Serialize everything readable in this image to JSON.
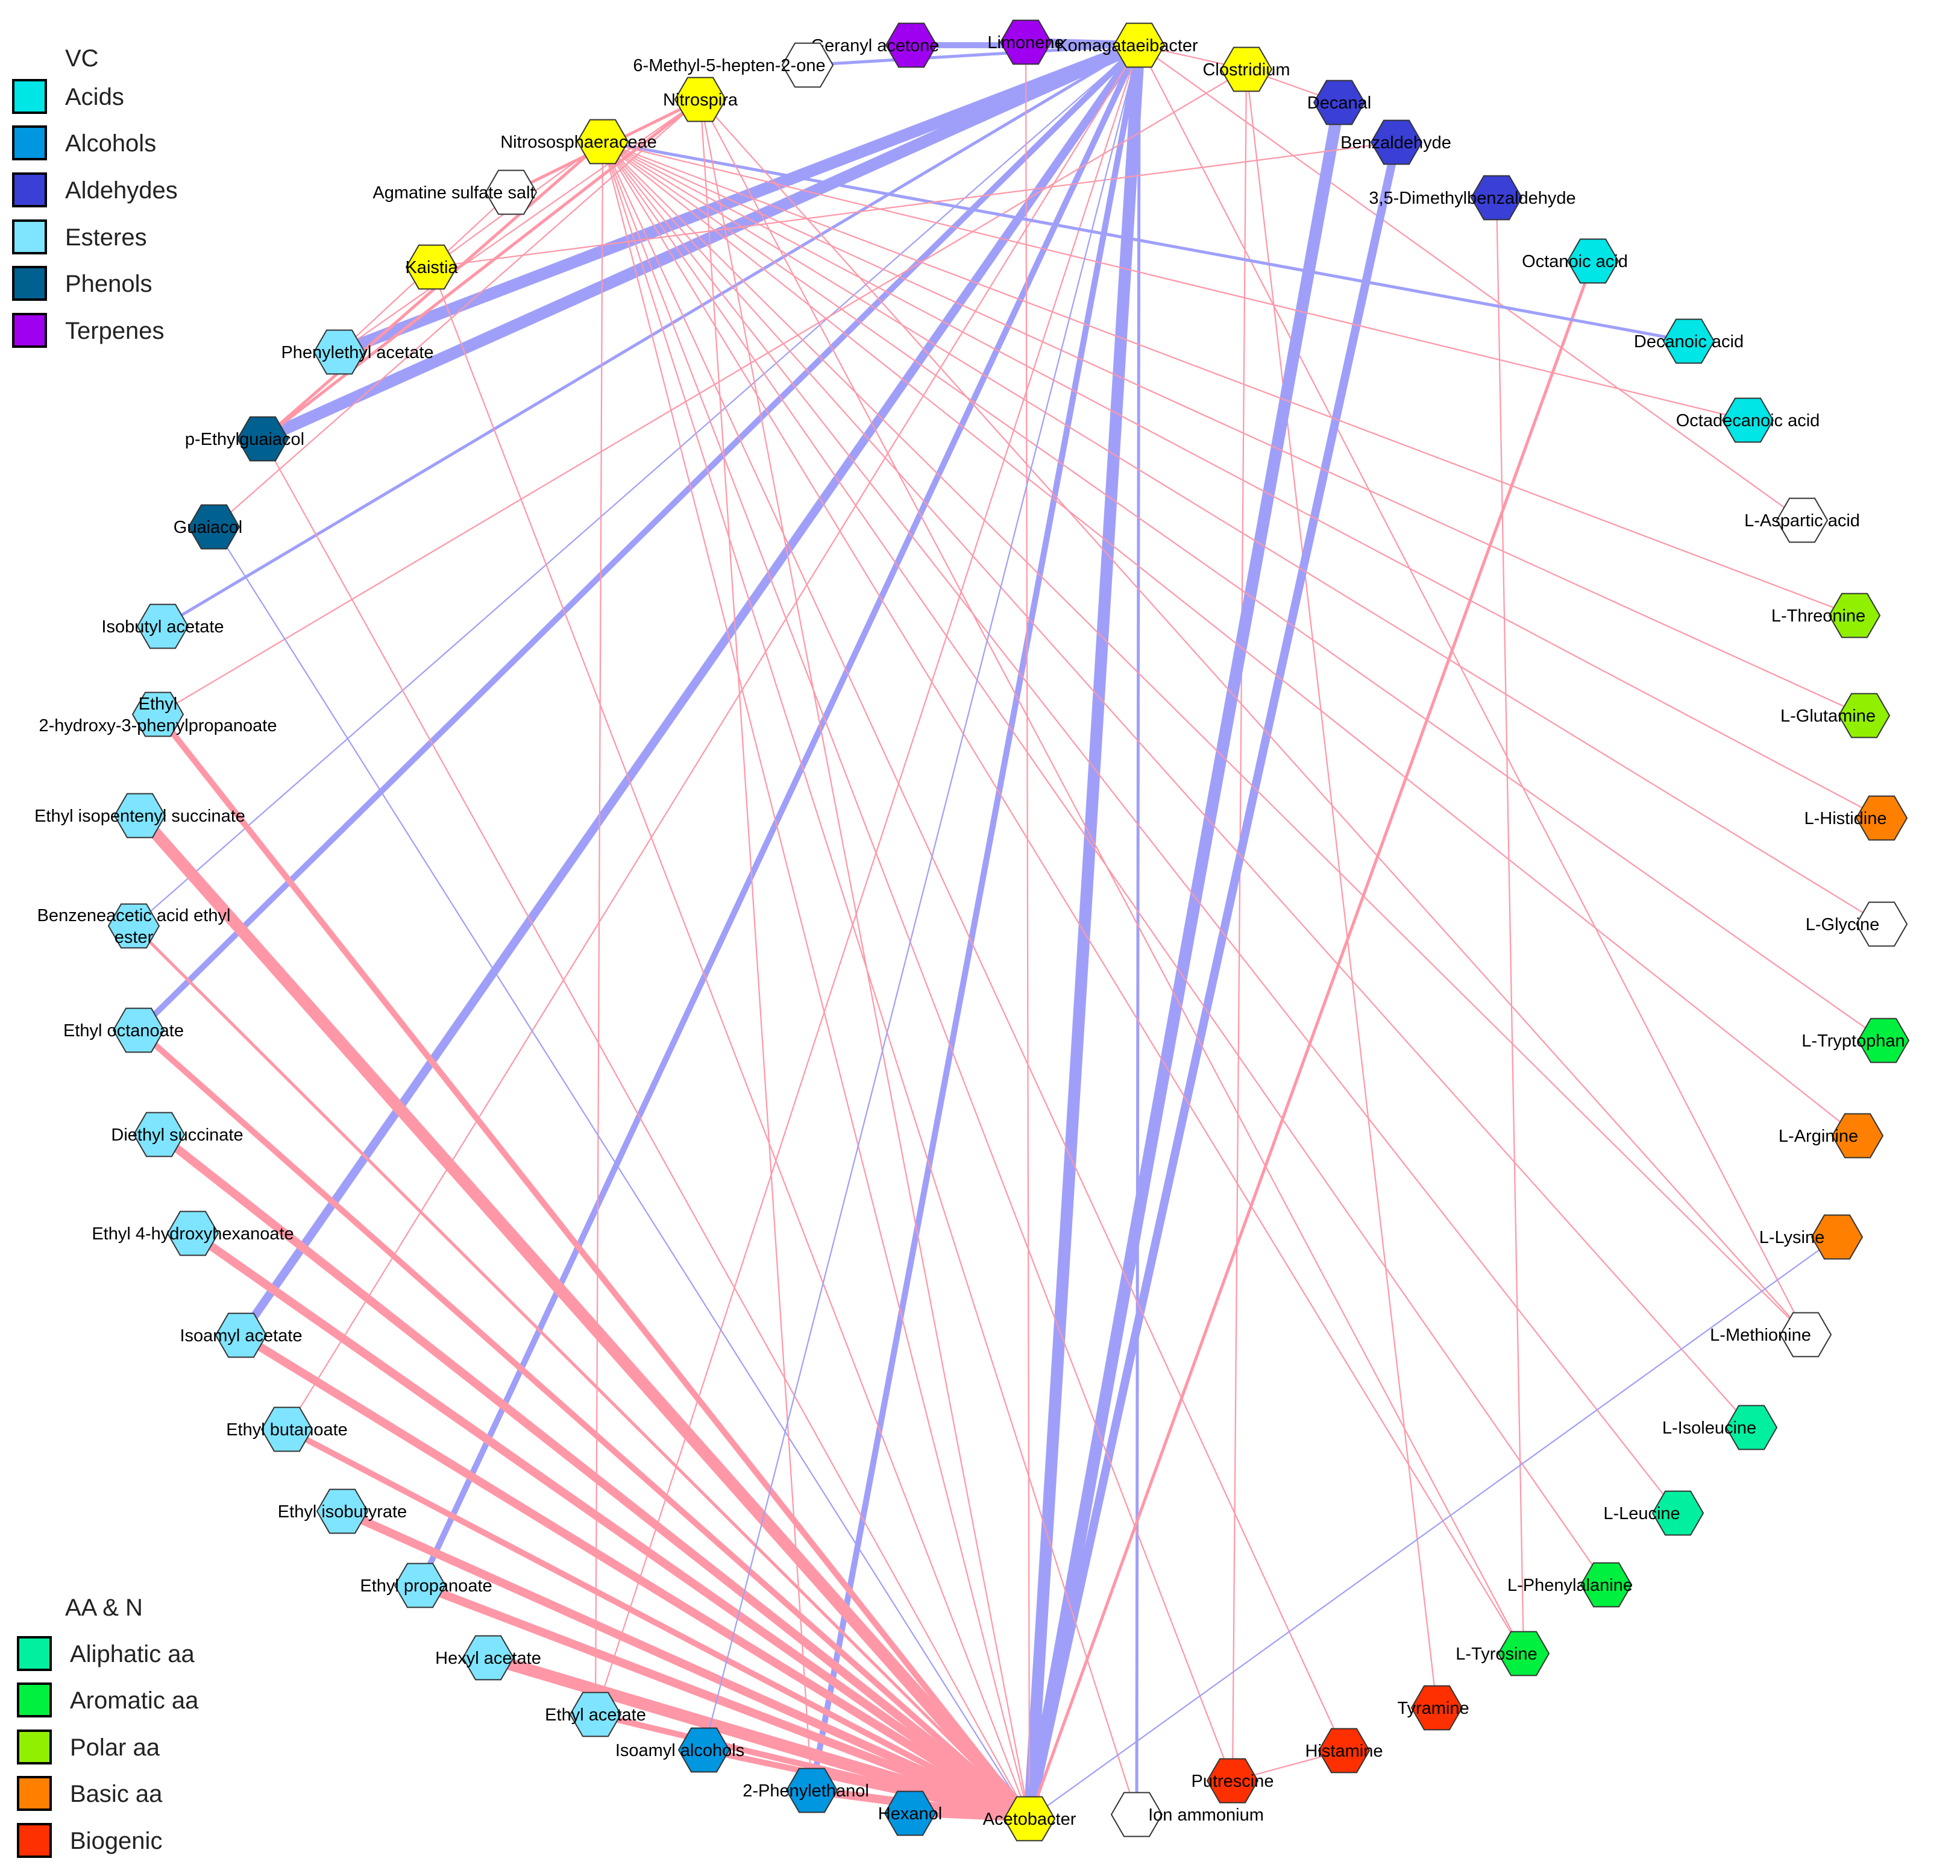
{
  "legends": {
    "vc": {
      "title": "VC",
      "items": [
        {
          "label": "Acids",
          "color": "#00E5E5"
        },
        {
          "label": "Alcohols",
          "color": "#0096E0"
        },
        {
          "label": "Aldehydes",
          "color": "#3A3FD6"
        },
        {
          "label": "Esteres",
          "color": "#7FE4FF"
        },
        {
          "label": "Phenols",
          "color": "#00608F"
        },
        {
          "label": "Terpenes",
          "color": "#A000F0"
        }
      ]
    },
    "aa": {
      "title": "AA & N",
      "items": [
        {
          "label": "Aliphatic aa",
          "color": "#00F0A0"
        },
        {
          "label": "Aromatic aa",
          "color": "#00F040"
        },
        {
          "label": "Polar aa",
          "color": "#90F000"
        },
        {
          "label": "Basic aa",
          "color": "#FF8000"
        },
        {
          "label": "Biogenic",
          "color": "#FF3000"
        }
      ]
    }
  },
  "network": {
    "edge_colors": {
      "positive": "#FF97A7",
      "negative": "#9F9FFA"
    },
    "category_colors": {
      "bacteria": "#FFFF00",
      "unclassified": "#FFFFFF",
      "acids": "#00E5E5",
      "alcohols": "#0096E0",
      "aldehydes": "#3A3FD6",
      "esters": "#7FE4FF",
      "phenols": "#00608F",
      "terpenes": "#A000F0",
      "aliphatic": "#00F0A0",
      "aromatic": "#00F040",
      "polar": "#90F000",
      "basic": "#FF8000",
      "biogenic": "#FF3000"
    },
    "nodes": [
      {
        "id": "geranyl",
        "label": "Geranyl acetone",
        "category": "terpenes"
      },
      {
        "id": "limonene",
        "label": "Limonene",
        "category": "terpenes"
      },
      {
        "id": "komagataeibacter",
        "label": "Komagataeibacter",
        "category": "bacteria"
      },
      {
        "id": "clostridium",
        "label": "Clostridium",
        "category": "bacteria"
      },
      {
        "id": "decanal",
        "label": "Decanal",
        "category": "aldehydes"
      },
      {
        "id": "benzaldehyde",
        "label": "Benzaldehyde",
        "category": "aldehydes"
      },
      {
        "id": "dimethylbenzaldehyde",
        "label": "3,5-Dimethylbenzaldehyde",
        "category": "aldehydes"
      },
      {
        "id": "octanoic",
        "label": "Octanoic acid",
        "category": "acids"
      },
      {
        "id": "decanoic",
        "label": "Decanoic acid",
        "category": "acids"
      },
      {
        "id": "octadecanoic",
        "label": "Octadecanoic acid",
        "category": "acids"
      },
      {
        "id": "aspartic",
        "label": "L-Aspartic acid",
        "category": "unclassified"
      },
      {
        "id": "threonine",
        "label": "L-Threonine",
        "category": "polar"
      },
      {
        "id": "glutamine",
        "label": "L-Glutamine",
        "category": "polar"
      },
      {
        "id": "histidine",
        "label": "L-Histidine",
        "category": "basic"
      },
      {
        "id": "glycine",
        "label": "L-Glycine",
        "category": "unclassified"
      },
      {
        "id": "tryptophan",
        "label": "L-Tryptophan",
        "category": "aromatic"
      },
      {
        "id": "arginine",
        "label": "L-Arginine",
        "category": "basic"
      },
      {
        "id": "lysine",
        "label": "L-Lysine",
        "category": "basic"
      },
      {
        "id": "methionine",
        "label": "L-Methionine",
        "category": "unclassified"
      },
      {
        "id": "isoleucine",
        "label": "L-Isoleucine",
        "category": "aliphatic"
      },
      {
        "id": "leucine",
        "label": "L-Leucine",
        "category": "aliphatic"
      },
      {
        "id": "phenylalanine",
        "label": "L-Phenylalanine",
        "category": "aromatic"
      },
      {
        "id": "tyrosine",
        "label": "L-Tyrosine",
        "category": "aromatic"
      },
      {
        "id": "tyramine",
        "label": "Tyramine",
        "category": "biogenic"
      },
      {
        "id": "histamine",
        "label": "Histamine",
        "category": "biogenic"
      },
      {
        "id": "putrescine",
        "label": "Putrescine",
        "category": "biogenic"
      },
      {
        "id": "ammonium",
        "label": "Ion ammonium",
        "category": "unclassified"
      },
      {
        "id": "acetobacter",
        "label": "Acetobacter",
        "category": "bacteria"
      },
      {
        "id": "hexanol",
        "label": "Hexanol",
        "category": "alcohols"
      },
      {
        "id": "phenylethanol",
        "label": "2-Phenylethanol",
        "category": "alcohols"
      },
      {
        "id": "isoamylalc",
        "label": "Isoamyl alcohols",
        "category": "alcohols"
      },
      {
        "id": "ethylacetate",
        "label": "Ethyl acetate",
        "category": "esters"
      },
      {
        "id": "hexylacetate",
        "label": "Hexyl acetate",
        "category": "esters"
      },
      {
        "id": "ethylpropanoate",
        "label": "Ethyl propanoate",
        "category": "esters"
      },
      {
        "id": "ethylisobutyrate",
        "label": "Ethyl isobutyrate",
        "category": "esters"
      },
      {
        "id": "ethylbutanoate",
        "label": "Ethyl butanoate",
        "category": "esters"
      },
      {
        "id": "isoamylacetate",
        "label": "Isoamyl acetate",
        "category": "esters"
      },
      {
        "id": "ethylhydroxyhexanoate",
        "label": "Ethyl 4-hydroxyhexanoate",
        "category": "esters"
      },
      {
        "id": "diethylsuccinate",
        "label": "Diethyl succinate",
        "category": "esters"
      },
      {
        "id": "ethyloctanoate",
        "label": "Ethyl octanoate",
        "category": "esters"
      },
      {
        "id": "benzeneacetic",
        "label": "Benzeneacetic acid ethyl ester",
        "label_lines": [
          "Benzeneacetic acid ethyl",
          "ester"
        ],
        "category": "esters"
      },
      {
        "id": "ethylisopentenyl",
        "label": "Ethyl isopentenyl succinate",
        "category": "esters"
      },
      {
        "id": "ethylhydroxyphenyl",
        "label": "Ethyl 2-hydroxy-3-phenylpropanoate",
        "label_lines": [
          "Ethyl",
          "2-hydroxy-3-phenylpropanoate"
        ],
        "category": "esters"
      },
      {
        "id": "isobutylacetate",
        "label": "Isobutyl acetate",
        "category": "esters"
      },
      {
        "id": "guaiacol",
        "label": "Guaiacol",
        "category": "phenols"
      },
      {
        "id": "ethylguaiacol",
        "label": "p-Ethylguaiacol",
        "category": "phenols"
      },
      {
        "id": "phenylethylacetate",
        "label": "Phenylethyl acetate",
        "category": "esters"
      },
      {
        "id": "kaistia",
        "label": "Kaistia",
        "category": "bacteria"
      },
      {
        "id": "agmatine",
        "label": "Agmatine sulfate salt",
        "category": "unclassified"
      },
      {
        "id": "nitrososphaeraceae",
        "label": "Nitrososphaeraceae",
        "category": "bacteria"
      },
      {
        "id": "nitrospira",
        "label": "Nitrospira",
        "category": "bacteria"
      },
      {
        "id": "methylheptenone",
        "label": "6-Methyl-5-hepten-2-one",
        "category": "unclassified"
      }
    ],
    "edges": [
      {
        "source": "komagataeibacter",
        "target": "limonene",
        "sign": "negative",
        "weight": 4
      },
      {
        "source": "komagataeibacter",
        "target": "geranyl",
        "sign": "negative",
        "weight": 3
      },
      {
        "source": "komagataeibacter",
        "target": "methylheptenone",
        "sign": "negative",
        "weight": 2
      },
      {
        "source": "komagataeibacter",
        "target": "phenylethylacetate",
        "sign": "negative",
        "weight": 5
      },
      {
        "source": "komagataeibacter",
        "target": "ethylguaiacol",
        "sign": "negative",
        "weight": 5
      },
      {
        "source": "komagataeibacter",
        "target": "isobutylacetate",
        "sign": "negative",
        "weight": 2
      },
      {
        "source": "komagataeibacter",
        "target": "ethyloctanoate",
        "sign": "negative",
        "weight": 3
      },
      {
        "source": "komagataeibacter",
        "target": "isoamylacetate",
        "sign": "negative",
        "weight": 4
      },
      {
        "source": "komagataeibacter",
        "target": "ethylpropanoate",
        "sign": "negative",
        "weight": 3
      },
      {
        "source": "komagataeibacter",
        "target": "phenylethanol",
        "sign": "negative",
        "weight": 3
      },
      {
        "source": "komagataeibacter",
        "target": "acetobacter",
        "sign": "negative",
        "weight": 5
      },
      {
        "source": "komagataeibacter",
        "target": "ammonium",
        "sign": "negative",
        "weight": 2
      },
      {
        "source": "komagataeibacter",
        "target": "benzeneacetic",
        "sign": "negative",
        "weight": 1
      },
      {
        "source": "komagataeibacter",
        "target": "ethylbutanoate",
        "sign": "positive",
        "weight": 1
      },
      {
        "source": "komagataeibacter",
        "target": "clostridium",
        "sign": "positive",
        "weight": 1
      },
      {
        "source": "komagataeibacter",
        "target": "aspartic",
        "sign": "positive",
        "weight": 1
      },
      {
        "source": "komagataeibacter",
        "target": "methionine",
        "sign": "positive",
        "weight": 1
      },
      {
        "source": "komagataeibacter",
        "target": "ethylacetate",
        "sign": "positive",
        "weight": 1
      },
      {
        "source": "limonene",
        "target": "acetobacter",
        "sign": "positive",
        "weight": 1
      },
      {
        "source": "clostridium",
        "target": "putrescine",
        "sign": "positive",
        "weight": 1
      },
      {
        "source": "clostridium",
        "target": "tyramine",
        "sign": "positive",
        "weight": 1
      },
      {
        "source": "clostridium",
        "target": "decanal",
        "sign": "positive",
        "weight": 1
      },
      {
        "source": "clostridium",
        "target": "ethylhydroxyphenyl",
        "sign": "positive",
        "weight": 1
      },
      {
        "source": "decanal",
        "target": "acetobacter",
        "sign": "negative",
        "weight": 5
      },
      {
        "source": "benzaldehyde",
        "target": "acetobacter",
        "sign": "negative",
        "weight": 4
      },
      {
        "source": "dimethylbenzaldehyde",
        "target": "tyrosine",
        "sign": "positive",
        "weight": 1
      },
      {
        "source": "octanoic",
        "target": "acetobacter",
        "sign": "positive",
        "weight": 2
      },
      {
        "source": "nitrososphaeraceae",
        "target": "decanoic",
        "sign": "negative",
        "weight": 2
      },
      {
        "source": "nitrososphaeraceae",
        "target": "octadecanoic",
        "sign": "positive",
        "weight": 1
      },
      {
        "source": "nitrososphaeraceae",
        "target": "threonine",
        "sign": "positive",
        "weight": 1
      },
      {
        "source": "nitrososphaeraceae",
        "target": "glutamine",
        "sign": "positive",
        "weight": 1
      },
      {
        "source": "nitrososphaeraceae",
        "target": "histidine",
        "sign": "positive",
        "weight": 1
      },
      {
        "source": "nitrososphaeraceae",
        "target": "glycine",
        "sign": "positive",
        "weight": 1
      },
      {
        "source": "nitrososphaeraceae",
        "target": "tryptophan",
        "sign": "positive",
        "weight": 1
      },
      {
        "source": "nitrososphaeraceae",
        "target": "arginine",
        "sign": "positive",
        "weight": 1
      },
      {
        "source": "nitrososphaeraceae",
        "target": "methionine",
        "sign": "positive",
        "weight": 1
      },
      {
        "source": "nitrososphaeraceae",
        "target": "isoleucine",
        "sign": "positive",
        "weight": 1
      },
      {
        "source": "nitrososphaeraceae",
        "target": "leucine",
        "sign": "positive",
        "weight": 1
      },
      {
        "source": "nitrososphaeraceae",
        "target": "phenylalanine",
        "sign": "positive",
        "weight": 1
      },
      {
        "source": "nitrososphaeraceae",
        "target": "tyrosine",
        "sign": "positive",
        "weight": 1
      },
      {
        "source": "nitrososphaeraceae",
        "target": "histamine",
        "sign": "positive",
        "weight": 1
      },
      {
        "source": "nitrososphaeraceae",
        "target": "putrescine",
        "sign": "positive",
        "weight": 1
      },
      {
        "source": "nitrososphaeraceae",
        "target": "ammonium",
        "sign": "positive",
        "weight": 1
      },
      {
        "source": "nitrososphaeraceae",
        "target": "acetobacter",
        "sign": "positive",
        "weight": 1
      },
      {
        "source": "nitrososphaeraceae",
        "target": "ethylguaiacol",
        "sign": "positive",
        "weight": 2
      },
      {
        "source": "nitrososphaeraceae",
        "target": "ethylacetate",
        "sign": "positive",
        "weight": 1
      },
      {
        "source": "nitrososphaeraceae",
        "target": "kaistia",
        "sign": "positive",
        "weight": 1
      },
      {
        "source": "nitrospira",
        "target": "agmatine",
        "sign": "positive",
        "weight": 2
      },
      {
        "source": "nitrospira",
        "target": "ethylguaiacol",
        "sign": "positive",
        "weight": 2
      },
      {
        "source": "nitrospira",
        "target": "phenylethylacetate",
        "sign": "positive",
        "weight": 1
      },
      {
        "source": "nitrospira",
        "target": "guaiacol",
        "sign": "positive",
        "weight": 1
      },
      {
        "source": "nitrospira",
        "target": "tyrosine",
        "sign": "positive",
        "weight": 1
      },
      {
        "source": "nitrospira",
        "target": "methionine",
        "sign": "positive",
        "weight": 1
      },
      {
        "source": "benzaldehyde",
        "target": "kaistia",
        "sign": "positive",
        "weight": 1
      },
      {
        "source": "ethylguaiacol",
        "target": "acetobacter",
        "sign": "positive",
        "weight": 1
      },
      {
        "source": "guaiacol",
        "target": "acetobacter",
        "sign": "negative",
        "weight": 1
      },
      {
        "source": "acetobacter",
        "target": "ethylhydroxyphenyl",
        "sign": "positive",
        "weight": 3
      },
      {
        "source": "acetobacter",
        "target": "ethylisopentenyl",
        "sign": "positive",
        "weight": 5
      },
      {
        "source": "acetobacter",
        "target": "benzeneacetic",
        "sign": "positive",
        "weight": 2
      },
      {
        "source": "acetobacter",
        "target": "ethyloctanoate",
        "sign": "positive",
        "weight": 3
      },
      {
        "source": "acetobacter",
        "target": "diethylsuccinate",
        "sign": "positive",
        "weight": 4
      },
      {
        "source": "acetobacter",
        "target": "ethylhydroxyhexanoate",
        "sign": "positive",
        "weight": 4
      },
      {
        "source": "acetobacter",
        "target": "isoamylacetate",
        "sign": "positive",
        "weight": 4
      },
      {
        "source": "acetobacter",
        "target": "ethylbutanoate",
        "sign": "positive",
        "weight": 3
      },
      {
        "source": "acetobacter",
        "target": "ethylisobutyrate",
        "sign": "positive",
        "weight": 4
      },
      {
        "source": "acetobacter",
        "target": "ethylpropanoate",
        "sign": "positive",
        "weight": 4
      },
      {
        "source": "acetobacter",
        "target": "hexylacetate",
        "sign": "positive",
        "weight": 5
      },
      {
        "source": "acetobacter",
        "target": "ethylacetate",
        "sign": "positive",
        "weight": 3
      },
      {
        "source": "acetobacter",
        "target": "isoamylalc",
        "sign": "positive",
        "weight": 3
      },
      {
        "source": "acetobacter",
        "target": "phenylethanol",
        "sign": "positive",
        "weight": 4
      },
      {
        "source": "acetobacter",
        "target": "hexanol",
        "sign": "positive",
        "weight": 3
      },
      {
        "source": "acetobacter",
        "target": "lysine",
        "sign": "negative",
        "weight": 1
      },
      {
        "source": "acetobacter",
        "target": "kaistia",
        "sign": "positive",
        "weight": 1
      },
      {
        "source": "acetobacter",
        "target": "nitrospira",
        "sign": "positive",
        "weight": 1
      },
      {
        "source": "phenylethanol",
        "target": "nitrospira",
        "sign": "positive",
        "weight": 1
      },
      {
        "source": "isoamylalc",
        "target": "komagataeibacter",
        "sign": "negative",
        "weight": 1
      },
      {
        "source": "putrescine",
        "target": "histamine",
        "sign": "positive",
        "weight": 1
      },
      {
        "source": "agmatine",
        "target": "phenylethylacetate",
        "sign": "positive",
        "weight": 1
      }
    ]
  }
}
